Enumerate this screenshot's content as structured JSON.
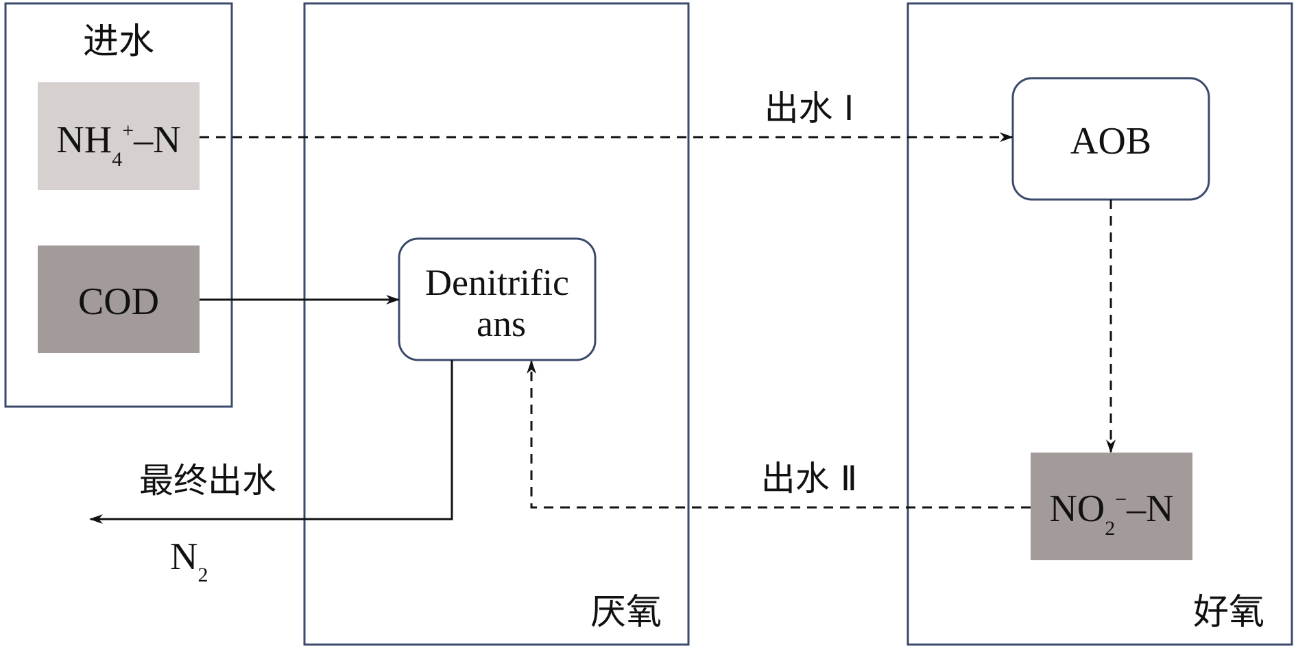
{
  "zones": {
    "influent": "进水",
    "anaerobic": "厌氧",
    "aerobic": "好氧"
  },
  "boxes": {
    "nh4": {
      "main": "NH",
      "sub": "4",
      "sup": "+",
      "tail": "–N"
    },
    "cod": "COD",
    "denitrificans_line1": "Denitrific",
    "denitrificans_line2": "ans",
    "aob": "AOB",
    "no2": {
      "main": "NO",
      "sub": "2",
      "sup": "−",
      "tail": "–N"
    }
  },
  "flows": {
    "effluent_1": "出水 Ⅰ",
    "effluent_2": "出水 Ⅱ",
    "final_effluent": "最终出水",
    "n2": {
      "main": "N",
      "sub": "2"
    }
  },
  "colors": {
    "zone_border": "#3b4a6b",
    "nh4_fill": "#d6d0cf",
    "cod_fill": "#a39b99",
    "no2_fill": "#a39b99",
    "line": "#111111"
  }
}
